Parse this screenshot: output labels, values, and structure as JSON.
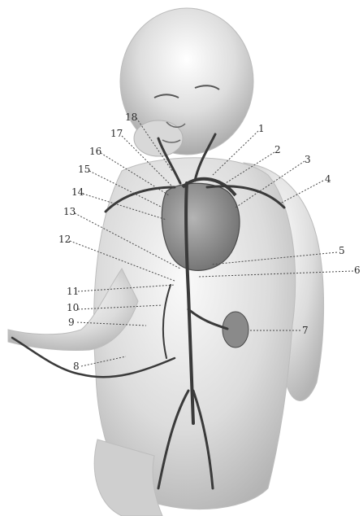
{
  "labels": [
    "1",
    "2",
    "3",
    "4",
    "5",
    "6",
    "7",
    "8",
    "9",
    "10",
    "11",
    "12",
    "13",
    "14",
    "15",
    "16",
    "17",
    "18"
  ],
  "colors": {
    "skin": "#e4e4e4",
    "skin_shadow": "#b9b9b9",
    "vessel": "#3a3a3a",
    "heart": "#8e8e8e",
    "label": "#2a2a2a"
  }
}
